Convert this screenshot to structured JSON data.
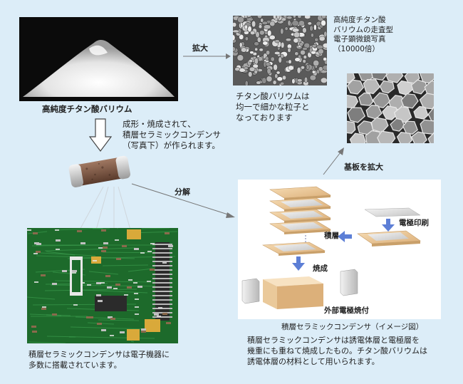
{
  "powder": {
    "label": "高純度チタン酸バリウム"
  },
  "sem": {
    "caption": "高純度チタン酸\nバリウムの走査型\n電子顕微鏡写真\n（10000倍）",
    "note": "チタン酸バリウムは\n均一で細かな粒子と\nなっております"
  },
  "arrows": {
    "enlarge": "拡大",
    "disassemble": "分解",
    "substrate_enlarge": "基板を拡大"
  },
  "process_note": "成形・焼成されて、\n積層セラミックコンデンサ\n（写真下）が作られます。",
  "diagram": {
    "electrode_print": "電極印刷",
    "laminate": "積層",
    "fire": "焼成",
    "external_electrode": "外部電極焼付",
    "caption": "積層セラミックコンデンサ（イメージ図）",
    "description": "積層セラミックコンデンサは誘電体層と電極層を\n幾重にも重ねて焼成したもの。チタン酸バリウムは\n誘電体層の材料として用いられます。"
  },
  "board": {
    "caption": "積層セラミックコンデンサは電子機器に\n多数に搭載されています。"
  },
  "colors": {
    "background": "#dcedf8",
    "arrow_gray": "#777777",
    "ceramic": "#e9c796",
    "ceramic_dark": "#c9a06a",
    "electrode": "#d6d6d6",
    "process_arrow": "#5d7fd6"
  }
}
